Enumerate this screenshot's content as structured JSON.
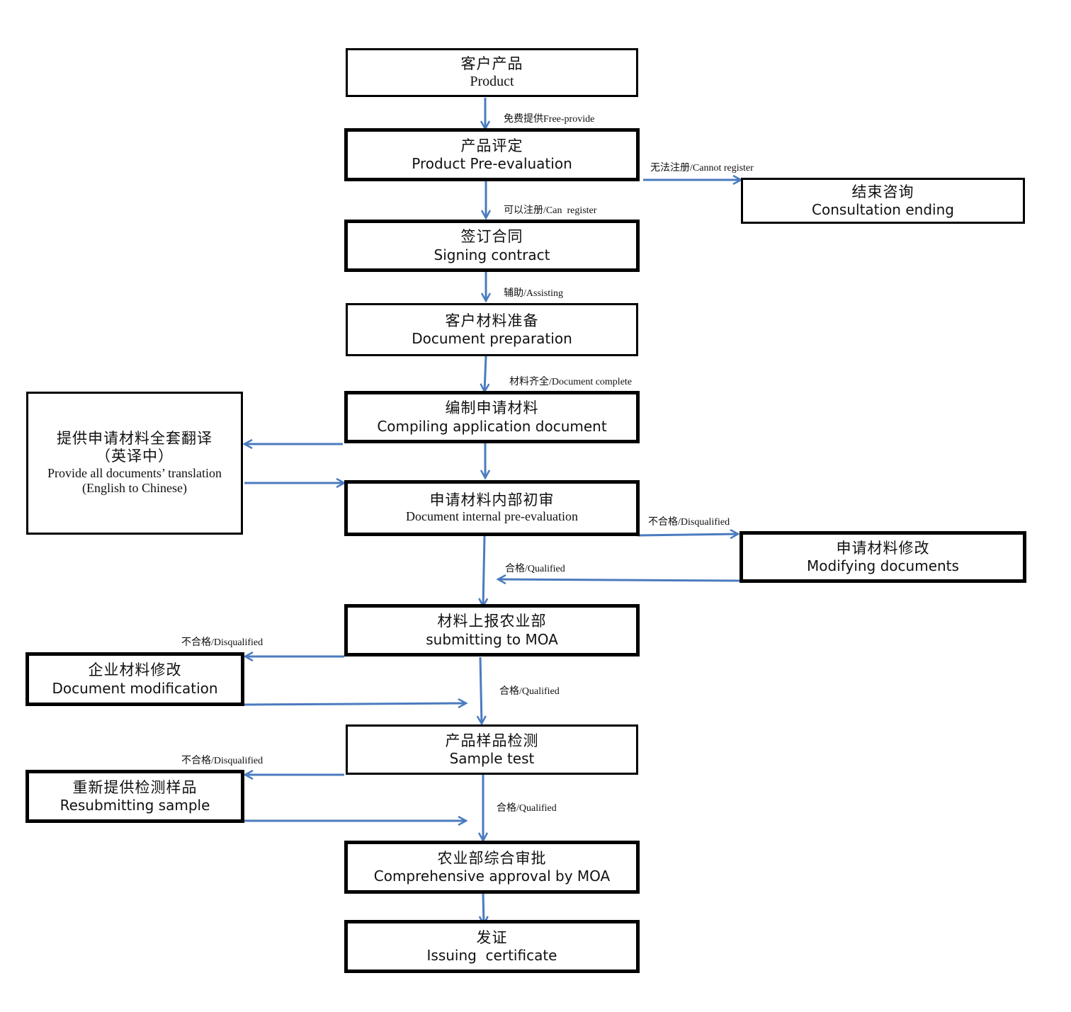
{
  "nodes": {
    "product": {
      "zh": "客户产品",
      "en": "Product"
    },
    "pre_evaluation": {
      "zh": "产品评定",
      "en": "Product Pre-evaluation"
    },
    "consultation_ending": {
      "zh": "结束咨询",
      "en": "Consultation ending"
    },
    "signing_contract": {
      "zh": "签订合同",
      "en": "Signing contract"
    },
    "document_preparation": {
      "zh": "客户材料准备",
      "en": "Document preparation"
    },
    "compiling": {
      "zh": "编制申请材料",
      "en": "Compiling application document"
    },
    "translation": {
      "zh1": "提供申请材料全套翻译",
      "zh2": "（英译中）",
      "en1": "Provide all documents’ translation",
      "en2": "(English to Chinese)"
    },
    "internal_pre_evaluation": {
      "zh": "申请材料内部初审",
      "en": "Document internal pre-evaluation"
    },
    "modifying_documents": {
      "zh": "申请材料修改",
      "en": "Modifying documents"
    },
    "submitting_moa": {
      "zh": "材料上报农业部",
      "en": "submitting to MOA"
    },
    "document_modification": {
      "zh": "企业材料修改",
      "en": "Document modification"
    },
    "sample_test": {
      "zh": "产品样品检测",
      "en": "Sample test"
    },
    "resubmitting_sample": {
      "zh": "重新提供检测样品",
      "en": "Resubmitting sample"
    },
    "comprehensive_approval": {
      "zh": "农业部综合审批",
      "en": "Comprehensive approval by MOA"
    },
    "issuing_certificate": {
      "zh": "发证",
      "en": "Issuing  certificate"
    }
  },
  "edge_labels": {
    "free_provide": "免费提供Free-provide",
    "cannot_register": "无法注册/Cannot register",
    "can_register": "可以注册/Can  register",
    "assisting": "辅助/Assisting",
    "document_complete": "材料齐全/Document complete",
    "disqualified_internal": "不合格/Disqualified",
    "qualified_internal": "合格/Qualified",
    "disqualified_moa": "不合格/Disqualified",
    "qualified_moa": "合格/Qualified",
    "disqualified_sample": "不合格/Disqualified",
    "qualified_sample": "合格/Qualified"
  },
  "colors": {
    "arrow": "#4a7bbf",
    "border": "#000000",
    "background": "#ffffff"
  }
}
